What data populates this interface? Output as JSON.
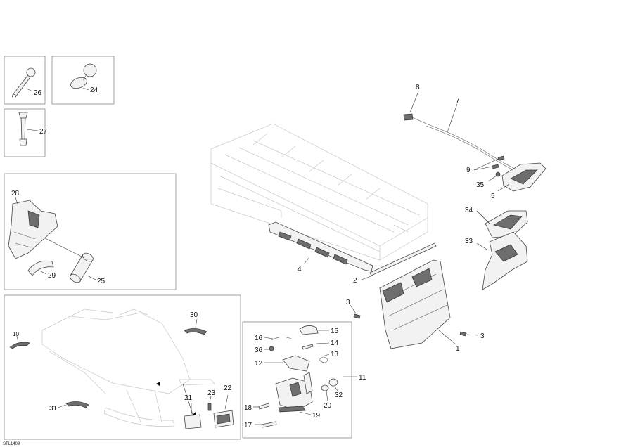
{
  "diagram": {
    "drawing_code": "STL1409",
    "callouts": {
      "c1": "1",
      "c2": "2",
      "c3a": "3",
      "c3b": "3",
      "c4": "4",
      "c5": "5",
      "c7": "7",
      "c8": "8",
      "c9": "9",
      "c10": "10",
      "c11": "11",
      "c12": "12",
      "c13": "13",
      "c14": "14",
      "c15": "15",
      "c16": "16",
      "c17": "17",
      "c18": "18",
      "c19": "19",
      "c20": "20",
      "c21": "21",
      "c22": "22",
      "c23": "23",
      "c24": "24",
      "c25": "25",
      "c26": "26",
      "c27": "27",
      "c28": "28",
      "c29": "29",
      "c30": "30",
      "c31": "31",
      "c32": "32",
      "c33": "33",
      "c34": "34",
      "c35": "35",
      "c36": "36"
    }
  }
}
